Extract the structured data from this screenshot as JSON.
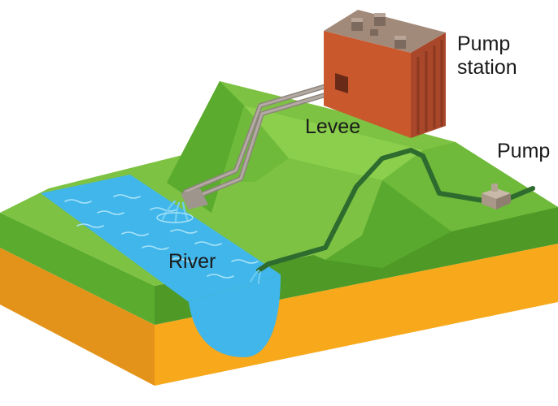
{
  "labels": {
    "pump_station_line1": "Pump",
    "pump_station_line2": "station",
    "levee": "Levee",
    "pump": "Pump",
    "river": "River"
  },
  "colors": {
    "ground_top": "#7dc242",
    "ground_front": "#5aab2e",
    "ground_right": "#4f9a27",
    "levee_top": "#6fba3a",
    "levee_face": "#8ccf4d",
    "levee_dark": "#59a92e",
    "soil": "#f7a81b",
    "soil_dark": "#e4931a",
    "water": "#41b6ea",
    "water_light": "#6fcdf3",
    "pipe_green": "#2e6b2e",
    "pipe_gray": "#a39a92",
    "station_front": "#a9472a",
    "station_side": "#c9582d",
    "station_roof": "#a28a7a"
  }
}
